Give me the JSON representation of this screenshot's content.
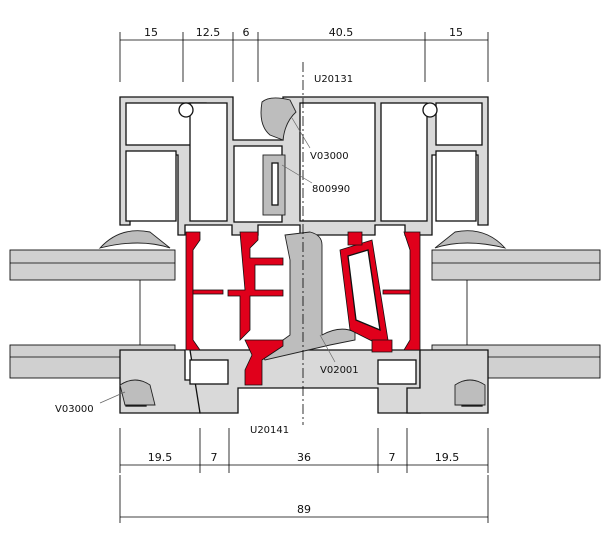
{
  "top_dimensions": [
    "15",
    "12.5",
    "6",
    "40.5",
    "15"
  ],
  "bottom_dimensions": [
    "19.5",
    "7",
    "36",
    "7",
    "19.5"
  ],
  "overall_dimension": "89",
  "part_labels": {
    "top_frame": "U20131",
    "gasket_top": "V03000",
    "insert": "800990",
    "center_gasket": "V02001",
    "bottom_frame": "U20141",
    "gasket_bottom": "V03000"
  },
  "colors": {
    "profile": "#d9d9d9",
    "thermal_break": "#e0001b",
    "gasket": "#bdbdbd"
  }
}
